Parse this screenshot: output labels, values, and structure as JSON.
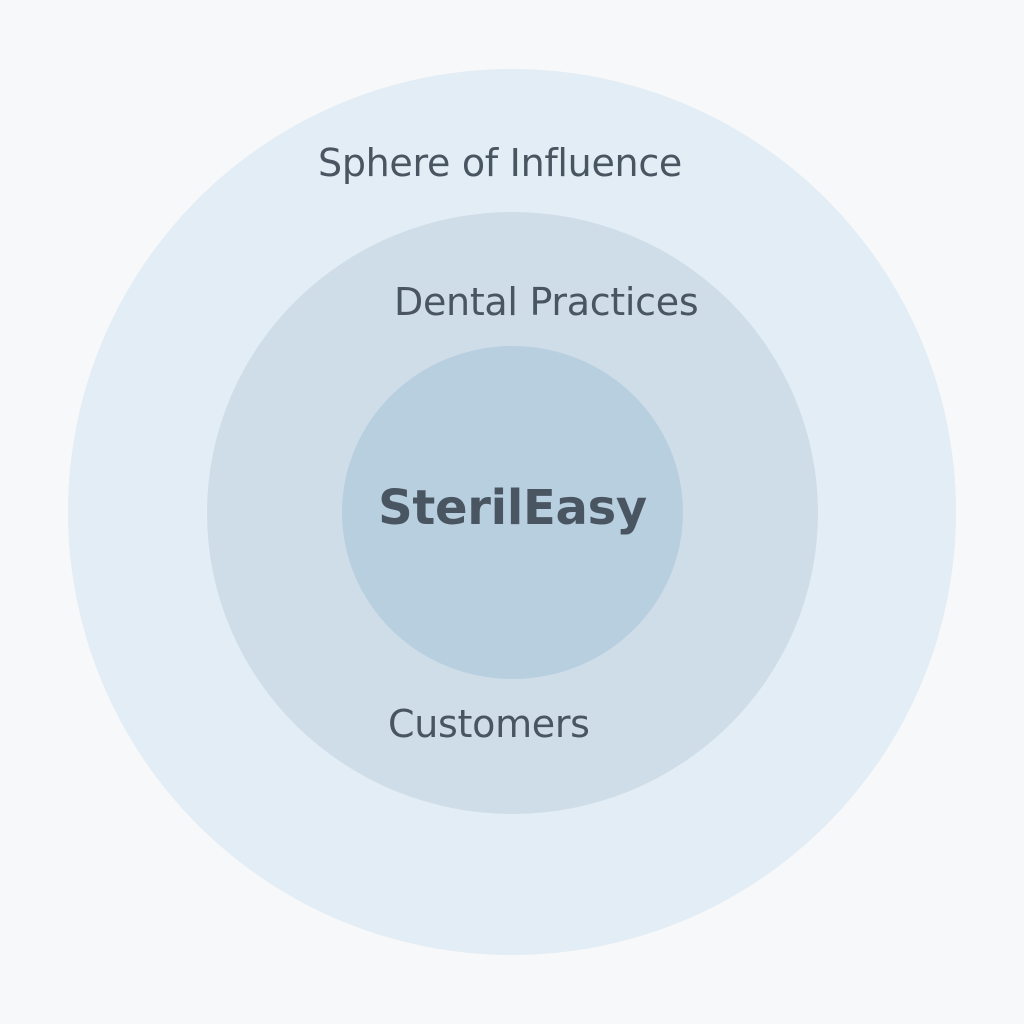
{
  "diagram": {
    "outer": {
      "label": "Sphere of Influence",
      "color": "#e3edf5"
    },
    "middle": {
      "label": "Dental Practices",
      "color": "#cfdde9"
    },
    "inner": {
      "label": "SterilEasy",
      "color": "#b8cfe0"
    },
    "bottom_label": "Customers",
    "text_color": "#4a5562",
    "background": "#f7f8f9"
  }
}
